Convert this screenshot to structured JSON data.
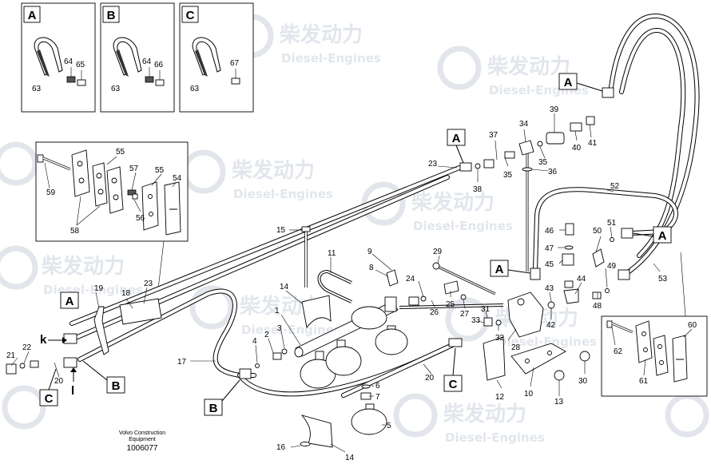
{
  "watermark": {
    "brand_cn": "柴发动力",
    "brand_en": "Diesel-Engines"
  },
  "panels": [
    {
      "key": "A",
      "label": "A",
      "parts": [
        "63",
        "64",
        "65"
      ]
    },
    {
      "key": "B",
      "label": "B",
      "parts": [
        "63",
        "64",
        "66"
      ]
    },
    {
      "key": "C",
      "label": "C",
      "parts": [
        "63",
        "67"
      ]
    }
  ],
  "detail_left": {
    "parts": [
      "55",
      "57",
      "55",
      "54",
      "59",
      "56",
      "58"
    ]
  },
  "detail_right": {
    "parts": [
      "62",
      "60",
      "61"
    ]
  },
  "callouts": {
    "A": "A",
    "B": "B",
    "C": "C"
  },
  "arrows": {
    "k": "k",
    "l": "l"
  },
  "parts": {
    "p1": "1",
    "p2": "2",
    "p3": "3",
    "p4": "4",
    "p5": "5",
    "p6": "6",
    "p7": "7",
    "p8": "8",
    "p9": "9",
    "p10": "10",
    "p11": "11",
    "p12": "12",
    "p13": "13",
    "p14": "14",
    "p15": "15",
    "p16": "16",
    "p17": "17",
    "p18": "18",
    "p19": "19",
    "p20": "20",
    "p21": "21",
    "p22": "22",
    "p23": "23",
    "p24": "24",
    "p25": "25",
    "p26": "26",
    "p27": "27",
    "p28": "28",
    "p29": "29",
    "p30": "30",
    "p31": "31",
    "p32": "32",
    "p33": "33",
    "p34": "34",
    "p35": "35",
    "p36": "36",
    "p37": "37",
    "p38": "38",
    "p39": "39",
    "p40": "40",
    "p41": "41",
    "p42": "42",
    "p43": "43",
    "p44": "44",
    "p45": "45",
    "p46": "46",
    "p47": "47",
    "p48": "48",
    "p49": "49",
    "p50": "50",
    "p51": "51",
    "p52": "52",
    "p53": "53"
  },
  "caption": {
    "line1": "Volvo Construction",
    "line2": "Equipment",
    "number": "1006077"
  }
}
